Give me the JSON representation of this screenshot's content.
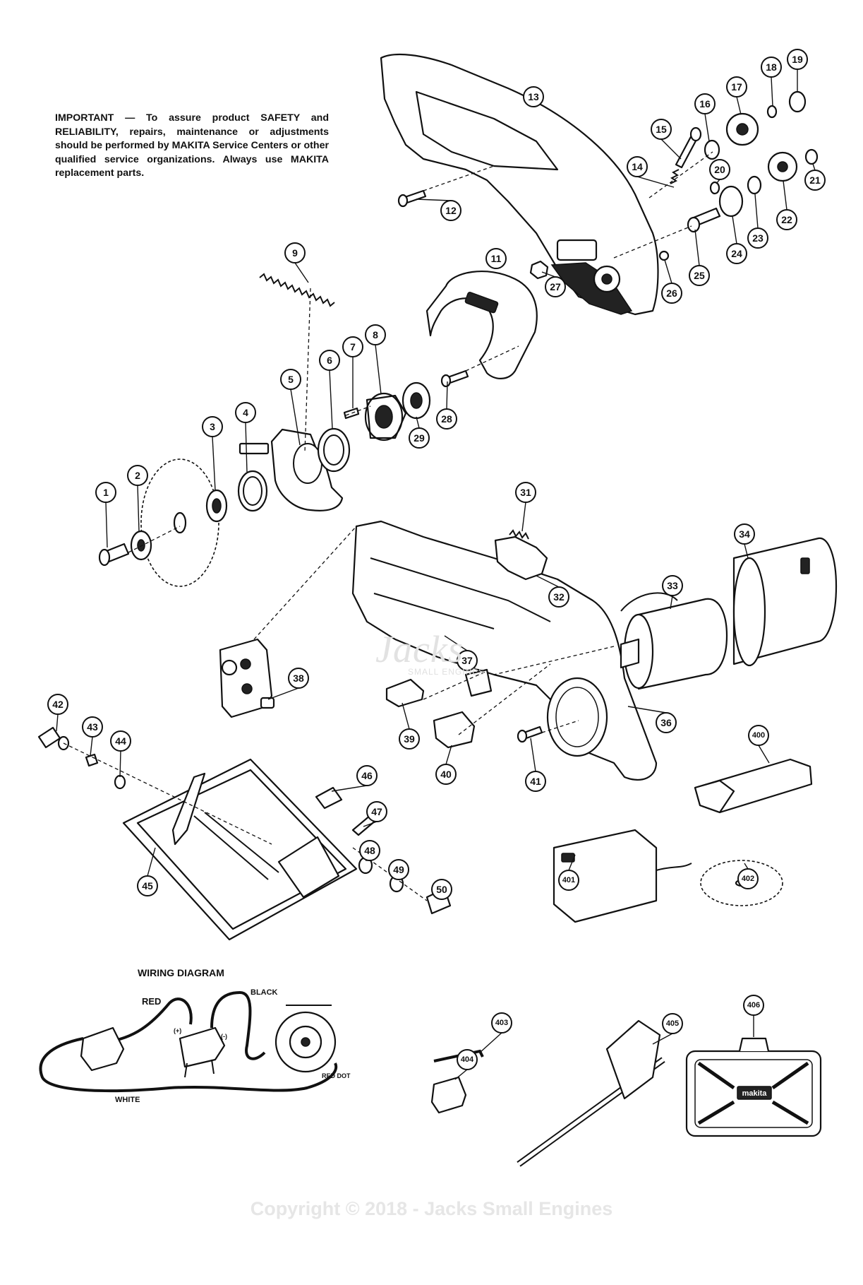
{
  "notice": {
    "text": "IMPORTANT — To assure product SAFETY and RELIABILITY, repairs, maintenance or adjustments should be performed by MAKITA Service Centers or other qualified service organizations. Always use MAKITA replacement parts."
  },
  "wiring": {
    "title": "WIRING DIAGRAM",
    "red": "RED",
    "black": "BLACK",
    "white": "WHITE",
    "red_dot": "RED DOT",
    "minus": "(-)",
    "plus": "(+)"
  },
  "watermark": {
    "logo": "Jacks",
    "logo_sub": "SMALL ENGINES",
    "copyright": "Copyright © 2018 - Jacks Small Engines"
  },
  "accessory_brand": "makita",
  "callouts": [
    "1",
    "2",
    "3",
    "4",
    "5",
    "6",
    "7",
    "8",
    "9",
    "11",
    "12",
    "13",
    "14",
    "15",
    "16",
    "17",
    "18",
    "19",
    "20",
    "21",
    "22",
    "23",
    "24",
    "25",
    "26",
    "27",
    "28",
    "29",
    "31",
    "32",
    "33",
    "34",
    "36",
    "37",
    "38",
    "39",
    "40",
    "41",
    "42",
    "43",
    "44",
    "45",
    "46",
    "47",
    "48",
    "49",
    "50",
    "400",
    "401",
    "402",
    "403",
    "404",
    "405",
    "406"
  ]
}
